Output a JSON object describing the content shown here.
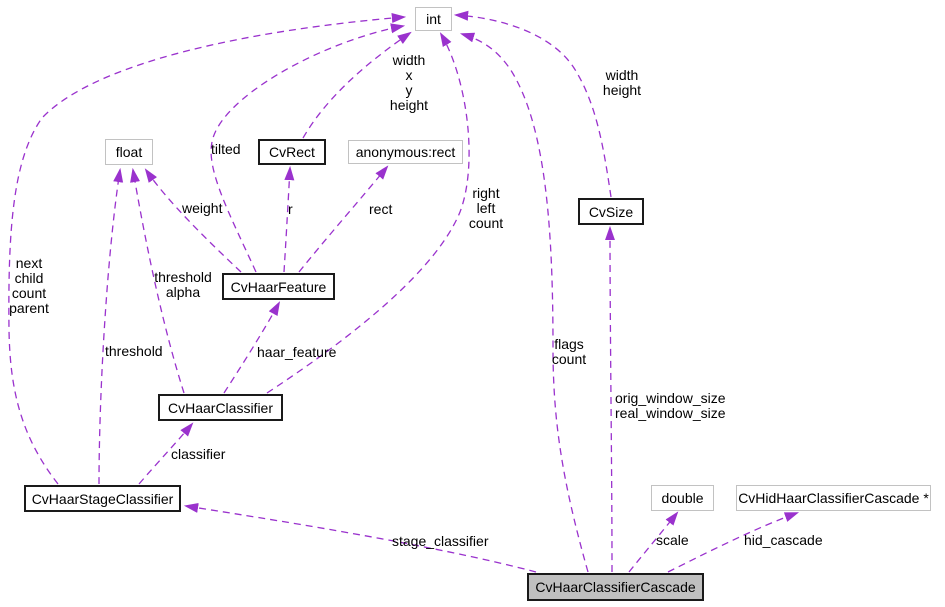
{
  "colors": {
    "edge": "#9a32cd",
    "box-border": "#1a1a1a",
    "plain-border": "#c2c2c2",
    "focus-fill": "#c0c0c0"
  },
  "nodes": {
    "int": "int",
    "float": "float",
    "cvrect": "CvRect",
    "anonymous_rect": "anonymous:rect",
    "cvsize": "CvSize",
    "cvhaarfeature": "CvHaarFeature",
    "cvhaarclassifier": "CvHaarClassifier",
    "cvhaarstageclassifier": "CvHaarStageClassifier",
    "double": "double",
    "cvhidhaarclassifiercascade": "CvHidHaarClassifierCascade *",
    "cvhaarclassifiercascade": "CvHaarClassifierCascade"
  },
  "edge_labels": {
    "rect_members": "width\nx\ny\nheight",
    "size_members": "width\nheight",
    "tilted": "tilted",
    "weight": "weight",
    "r": "r",
    "rect": "rect",
    "right_left_count": "right\nleft\ncount",
    "next_child_count_parent": "next\nchild\ncount\nparent",
    "threshold_alpha": "threshold\nalpha",
    "threshold": "threshold",
    "haar_feature": "haar_feature",
    "flags_count": "flags\ncount",
    "orig_real_window_size": "orig_window_size\nreal_window_size",
    "classifier": "classifier",
    "stage_classifier": "stage_classifier",
    "scale": "scale",
    "hid_cascade": "hid_cascade"
  }
}
